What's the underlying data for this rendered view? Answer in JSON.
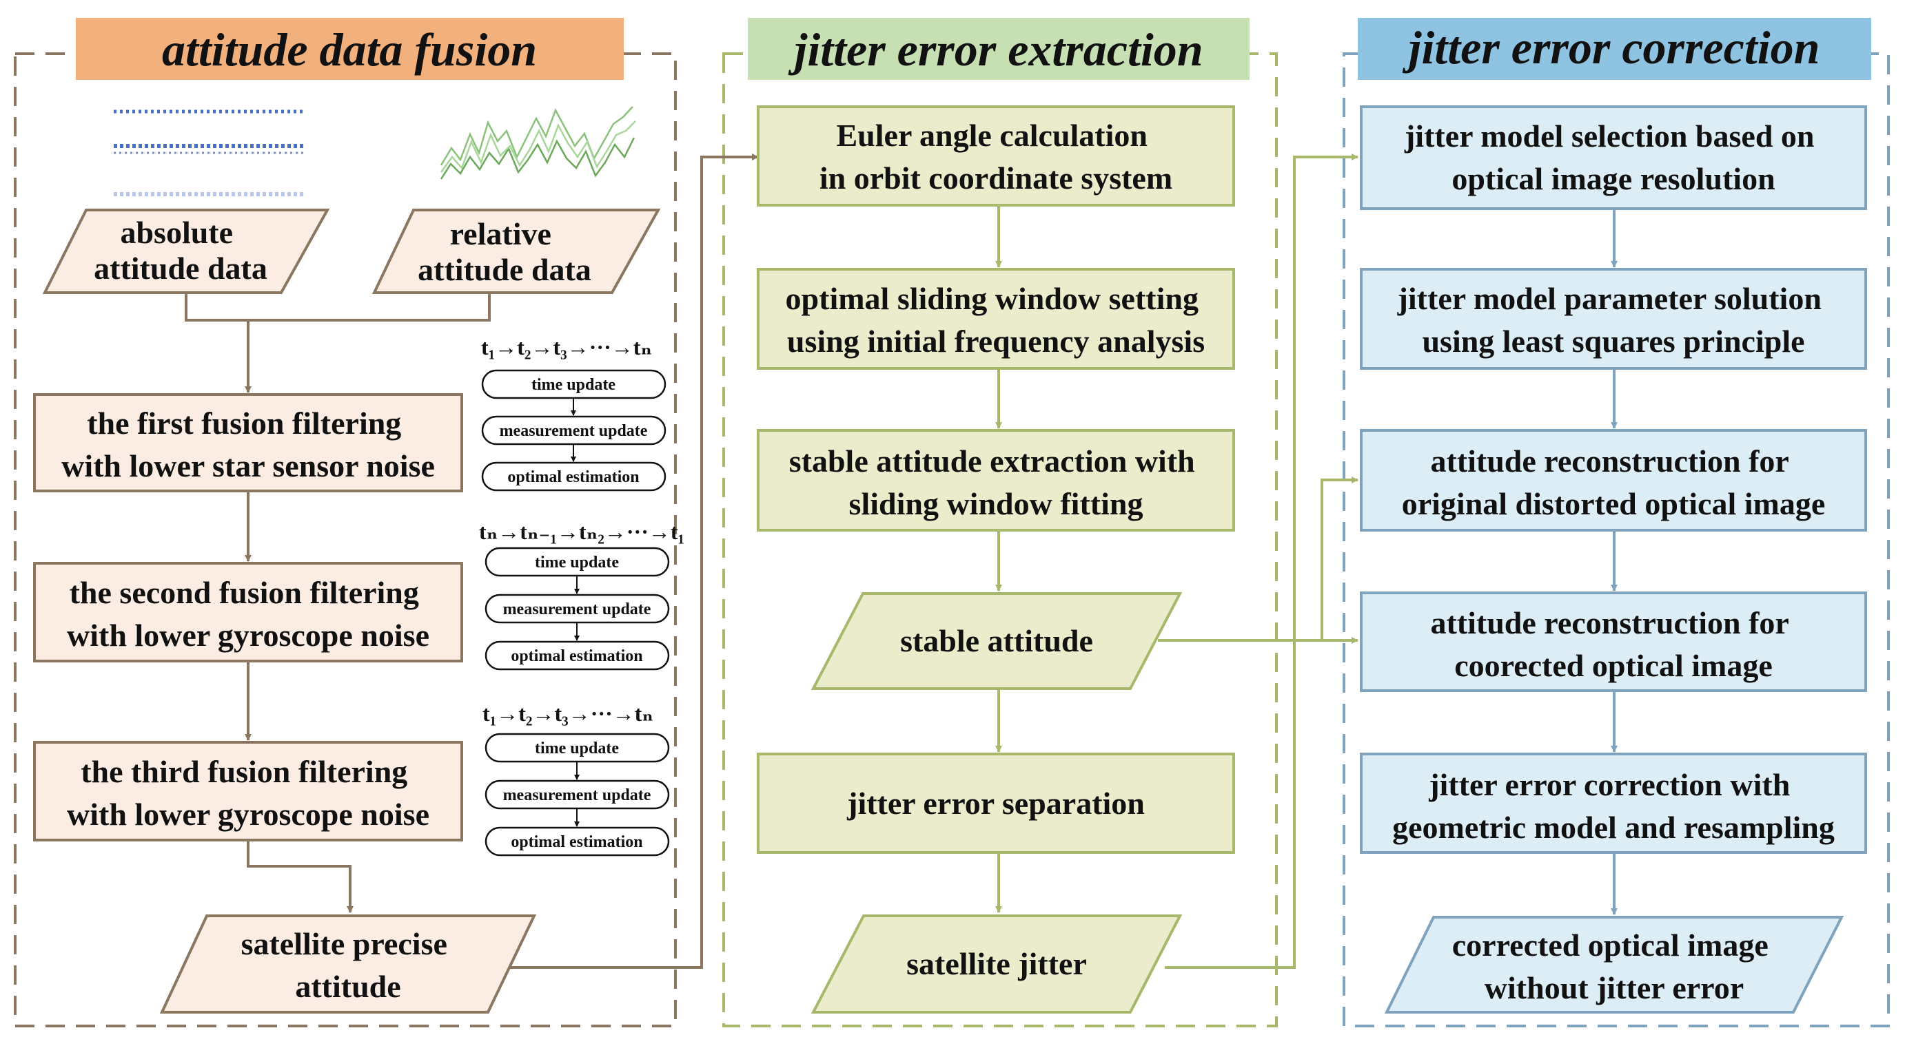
{
  "colors": {
    "fusion_border": "#8b7660",
    "fusion_fill": "#fbede3",
    "fusion_header": "#f2b07c",
    "extraction_border": "#a7b86b",
    "extraction_fill": "#eaeccb",
    "extraction_header": "#c6e0b4",
    "correction_border": "#7fa3bd",
    "correction_fill": "#dcedf6",
    "correction_header": "#8ec4e2"
  },
  "fusion": {
    "header": "attitude data fusion",
    "absolute": [
      "absolute",
      "attitude data"
    ],
    "relative": [
      "relative",
      "attitude data"
    ],
    "filter1": [
      "the first fusion filtering",
      "with lower star sensor noise"
    ],
    "filter2": [
      "the second fusion filtering",
      "with lower gyroscope noise"
    ],
    "filter3": [
      "the third fusion filtering",
      "with lower gyroscope noise"
    ],
    "output": [
      "satellite precise",
      "attitude"
    ],
    "kalman": {
      "seq_forward": "t₁→t₂→t₃→···→tₙ",
      "seq_backward": "tₙ→tₙ₋₁→tₙ₂→···→t₁",
      "steps": [
        "time update",
        "measurement update",
        "optimal estimation"
      ]
    }
  },
  "extraction": {
    "header": "jitter error extraction",
    "step1": [
      "Euler angle calculation",
      "in orbit coordinate system"
    ],
    "step2": [
      "optimal sliding window setting",
      "using initial frequency analysis"
    ],
    "step3": [
      "stable attitude extraction with",
      "sliding window fitting"
    ],
    "stable": [
      "stable attitude"
    ],
    "step4": [
      "jitter error separation"
    ],
    "output": [
      "satellite jitter"
    ]
  },
  "correction": {
    "header": "jitter error correction",
    "step1": [
      "jitter model selection based on",
      "optical image resolution"
    ],
    "step2": [
      "jitter model parameter solution",
      "using least squares principle"
    ],
    "step3": [
      "attitude reconstruction for",
      "original distorted optical image"
    ],
    "step4": [
      "attitude reconstruction for",
      "coorected optical image"
    ],
    "step5": [
      "jitter error correction with",
      "geometric model and resampling"
    ],
    "output": [
      "corrected optical image",
      "without jitter error"
    ]
  }
}
